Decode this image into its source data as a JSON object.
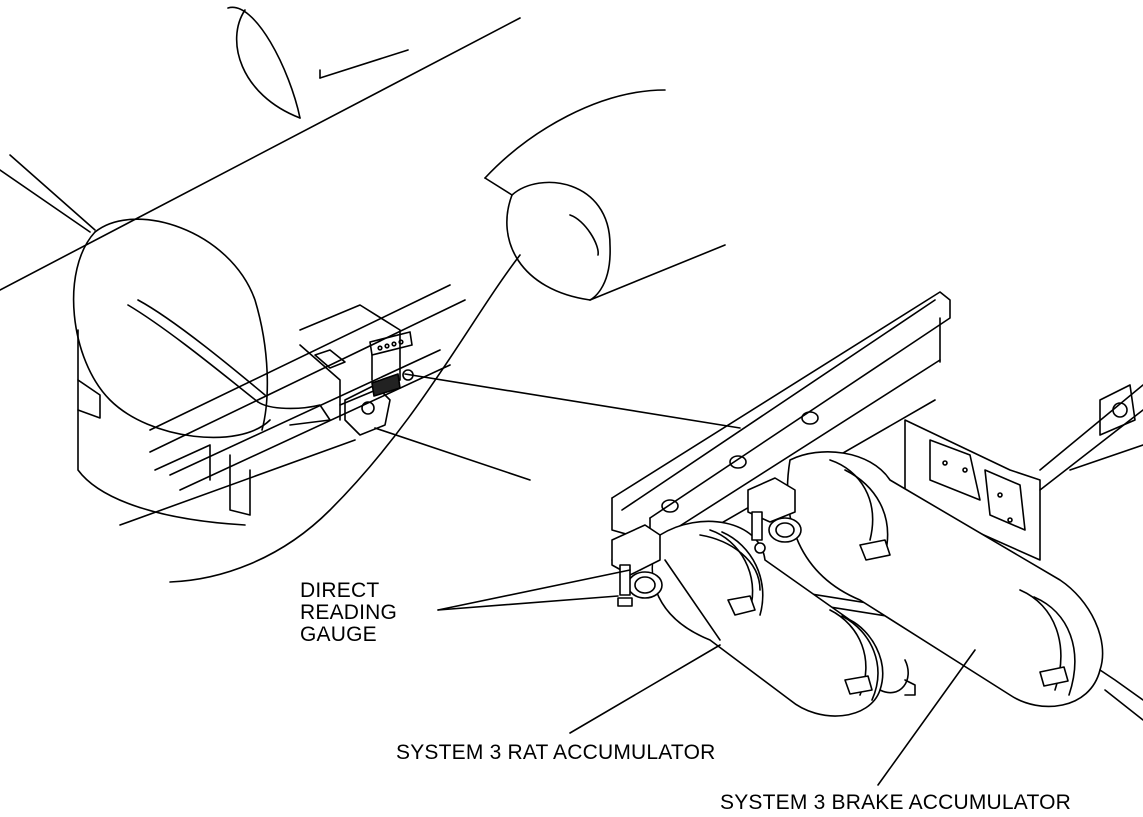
{
  "labels": {
    "direct_reading_gauge": [
      "DIRECT",
      "READING",
      "GAUGE"
    ],
    "rat_accumulator": "SYSTEM 3 RAT ACCUMULATOR",
    "brake_accumulator": "SYSTEM 3 BRAKE ACCUMULATOR"
  },
  "colors": {
    "line": "#000000",
    "fill": "#ffffff",
    "shade": "#222222"
  }
}
